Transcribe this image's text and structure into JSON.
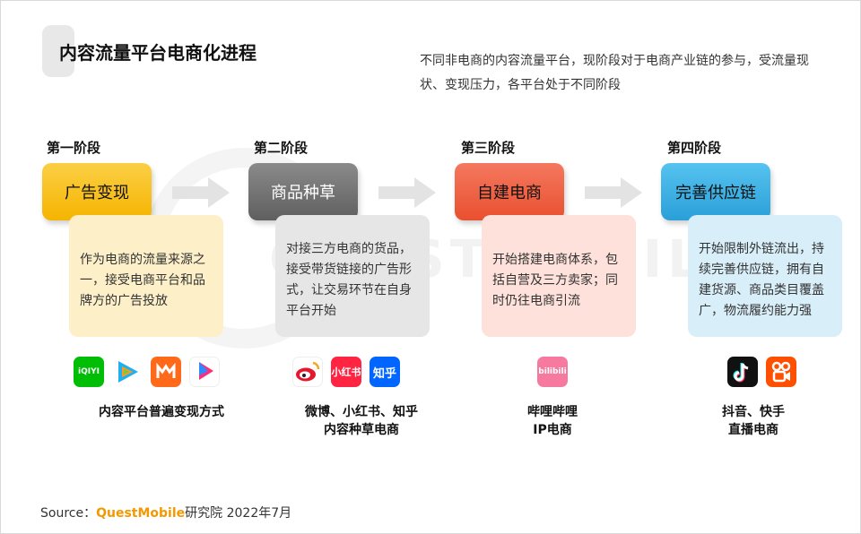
{
  "title": "内容流量平台电商化进程",
  "subtitle": "不同非电商的内容流量平台，现阶段对于电商产业链的参与，受流量现状、变现压力，各平台处于不同阶段",
  "watermark": "QUESTMOBILE",
  "stages": [
    {
      "label": "第一阶段",
      "name": "广告变现",
      "description": "作为电商的流量来源之一，接受电商平台和品牌方的广告投放",
      "platforms": [
        "iQIYI",
        "Tencent Video",
        "Mango TV",
        "YOUKU"
      ],
      "caption_lines": [
        "内容平台普遍变现方式"
      ],
      "box_color": "#f9c22e",
      "desc_color": "#fdf0c8"
    },
    {
      "label": "第二阶段",
      "name": "商品种草",
      "description": "对接三方电商的货品，接受带货链接的广告形式，让交易环节在自身平台开始",
      "platforms": [
        "Weibo",
        "小红书",
        "知乎"
      ],
      "caption_lines": [
        "微博、小红书、知乎",
        "内容种草电商"
      ],
      "box_color": "#7a7a7a",
      "desc_color": "#e6e6e6"
    },
    {
      "label": "第三阶段",
      "name": "自建电商",
      "description": "开始搭建电商体系，包括自营及三方卖家；同时仍往电商引流",
      "platforms": [
        "bilibili"
      ],
      "caption_lines": [
        "哔哩哔哩",
        "IP电商"
      ],
      "box_color": "#f0634a",
      "desc_color": "#fde1da"
    },
    {
      "label": "第四阶段",
      "name": "完善供应链",
      "description": "开始限制外链流出，持续完善供应链，拥有自建货源、商品类目覆盖广，物流履约能力强",
      "platforms": [
        "TikTok",
        "Kuaishou"
      ],
      "caption_lines": [
        "抖音、快手",
        "直播电商"
      ],
      "box_color": "#3fb2e6",
      "desc_color": "#d8eef9"
    }
  ],
  "source": {
    "prefix": "Source：",
    "brand": "QuestMobile",
    "suffix": "研究院 2022年7月"
  }
}
